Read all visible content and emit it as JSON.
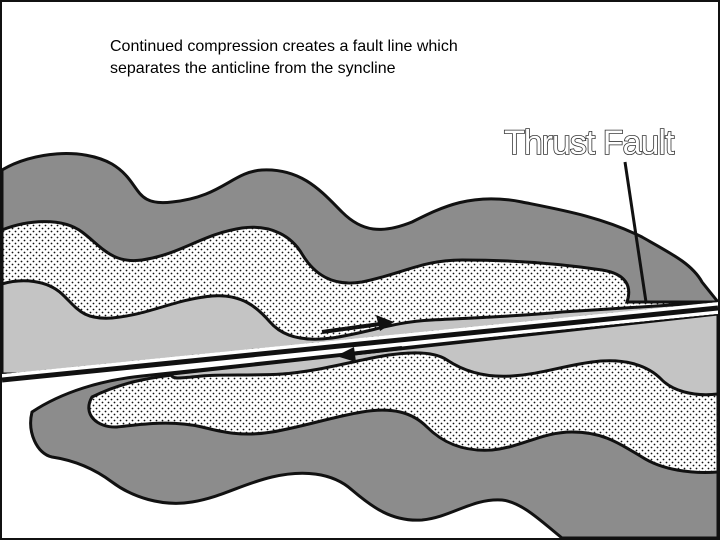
{
  "caption": {
    "line1": "Continued compression creates a fault line which",
    "line2": "separates the anticline from the syncline"
  },
  "diagram": {
    "fault_label": "Thrust Fault",
    "colors": {
      "outer_layer": "#8c8c8c",
      "stippled_layer": "#ffffff",
      "inner_layer": "#c4c4c4",
      "outline": "#111111",
      "label_fill": "#ffffff",
      "label_stroke": "#333333"
    }
  }
}
